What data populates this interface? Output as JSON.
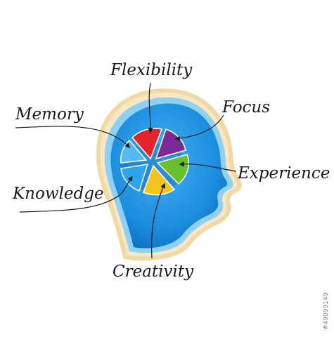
{
  "labels": {
    "flexibility": "Flexibility",
    "focus": "Focus",
    "memory": "Memory",
    "experience": "Experience",
    "knowledge": "Knowledge",
    "creativity": "Creativity"
  },
  "image_id_text": "#49099149",
  "colors": {
    "head_blue": "#1c8ee0",
    "head_glow": "#8fd0f5",
    "halo": "#f7e7c4",
    "slice_red": "#e3232e",
    "slice_purple": "#7b2a98",
    "slice_green": "#69c02e",
    "slice_yellow": "#f3c61c",
    "slice_blue": "#2ea6ec",
    "slice_lightblue": "#55b9f2",
    "line": "#1a1a1a"
  },
  "icons": [
    "head-silhouette-icon",
    "pie-chart-icon",
    "arrow-icon"
  ]
}
